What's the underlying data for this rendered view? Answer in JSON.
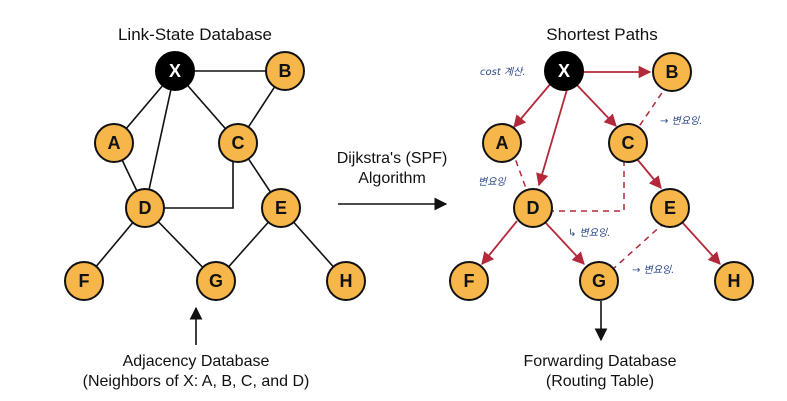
{
  "left_panel": {
    "title": "Link-State Database",
    "caption_line1": "Adjacency Database",
    "caption_line2": "(Neighbors of X: A, B, C, and D)"
  },
  "middle": {
    "label_line1": "Dijkstra's (SPF)",
    "label_line2": "Algorithm"
  },
  "right_panel": {
    "title": "Shortest Paths",
    "caption_line1": "Forwarding Database",
    "caption_line2": "(Routing Table)"
  },
  "nodes": {
    "X": "X",
    "A": "A",
    "B": "B",
    "C": "C",
    "D": "D",
    "E": "E",
    "F": "F",
    "G": "G",
    "H": "H"
  },
  "handwritten_notes": {
    "cost": "cost 계산.",
    "b_c": "→ 변요잉.",
    "a_d": "변요잉",
    "d_c": "↳ 변요잉.",
    "g_e": "→ 변요잉."
  },
  "colors": {
    "node_fill": "#f6b64a",
    "source_node": "#000000",
    "shortest_path": "#b3283a",
    "note_ink": "#2b4a8a"
  }
}
